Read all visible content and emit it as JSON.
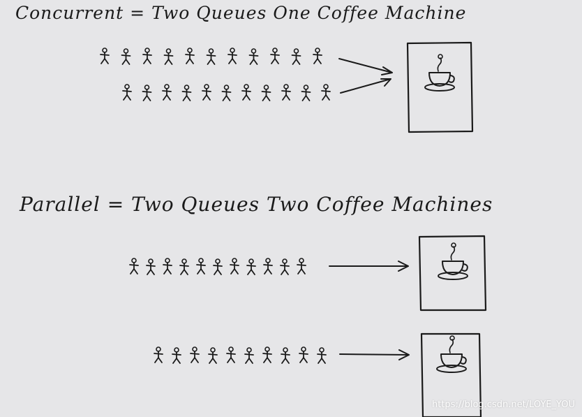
{
  "diagram": {
    "concurrent": {
      "title": "Concurrent = Two Queues One Coffee Machine",
      "queues": [
        {
          "people": 11
        },
        {
          "people": 11
        }
      ],
      "machines": 1
    },
    "parallel": {
      "title": "Parallel = Two Queues Two Coffee Machines",
      "queues": [
        {
          "people": 11
        },
        {
          "people": 10
        }
      ],
      "machines": 2
    }
  },
  "watermark": "https://blog.csdn.net/LOYE_YOU",
  "colors": {
    "background": "#e6e6e8",
    "ink": "#1a1a1a"
  },
  "icons": [
    "person-icon",
    "arrow-icon",
    "coffee-cup-icon",
    "steam-icon",
    "coffee-machine-icon"
  ]
}
